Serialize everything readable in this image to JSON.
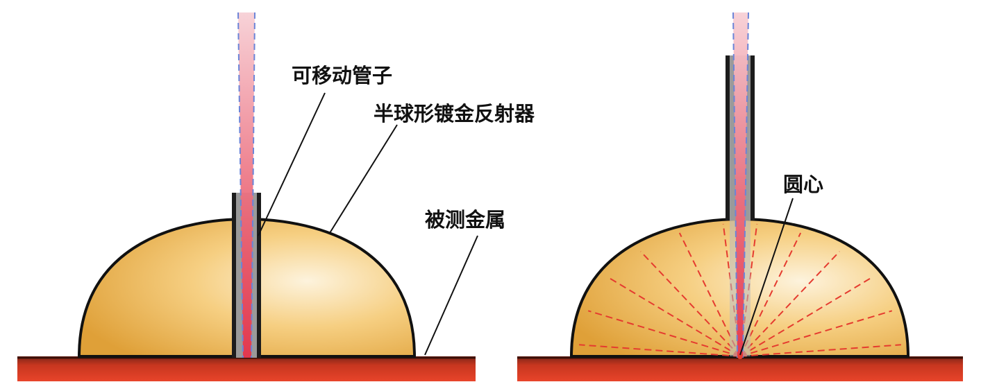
{
  "labels": {
    "movable_tube": "可移动管子",
    "hemisphere_reflector": "半球形镀金反射器",
    "measured_metal": "被测金属",
    "sphere_center": "圆心"
  },
  "colors": {
    "metal_top": "#7a2418",
    "metal_bottom": "#e8442a",
    "dome_light": "#fdf3dd",
    "dome_mid": "#f6cf82",
    "dome_dark": "#dfa038",
    "tube_wall": "#1c1c1c",
    "tube_gap": "#9a9a9a",
    "beam_core": "#e6334a",
    "beam_edge": "#6b84d8",
    "ray_dash": "#e53b2f"
  },
  "icons": {
    "left": "hemisphere-reflector-tube-raised-icon",
    "right": "hemisphere-reflector-tube-extended-icon"
  }
}
